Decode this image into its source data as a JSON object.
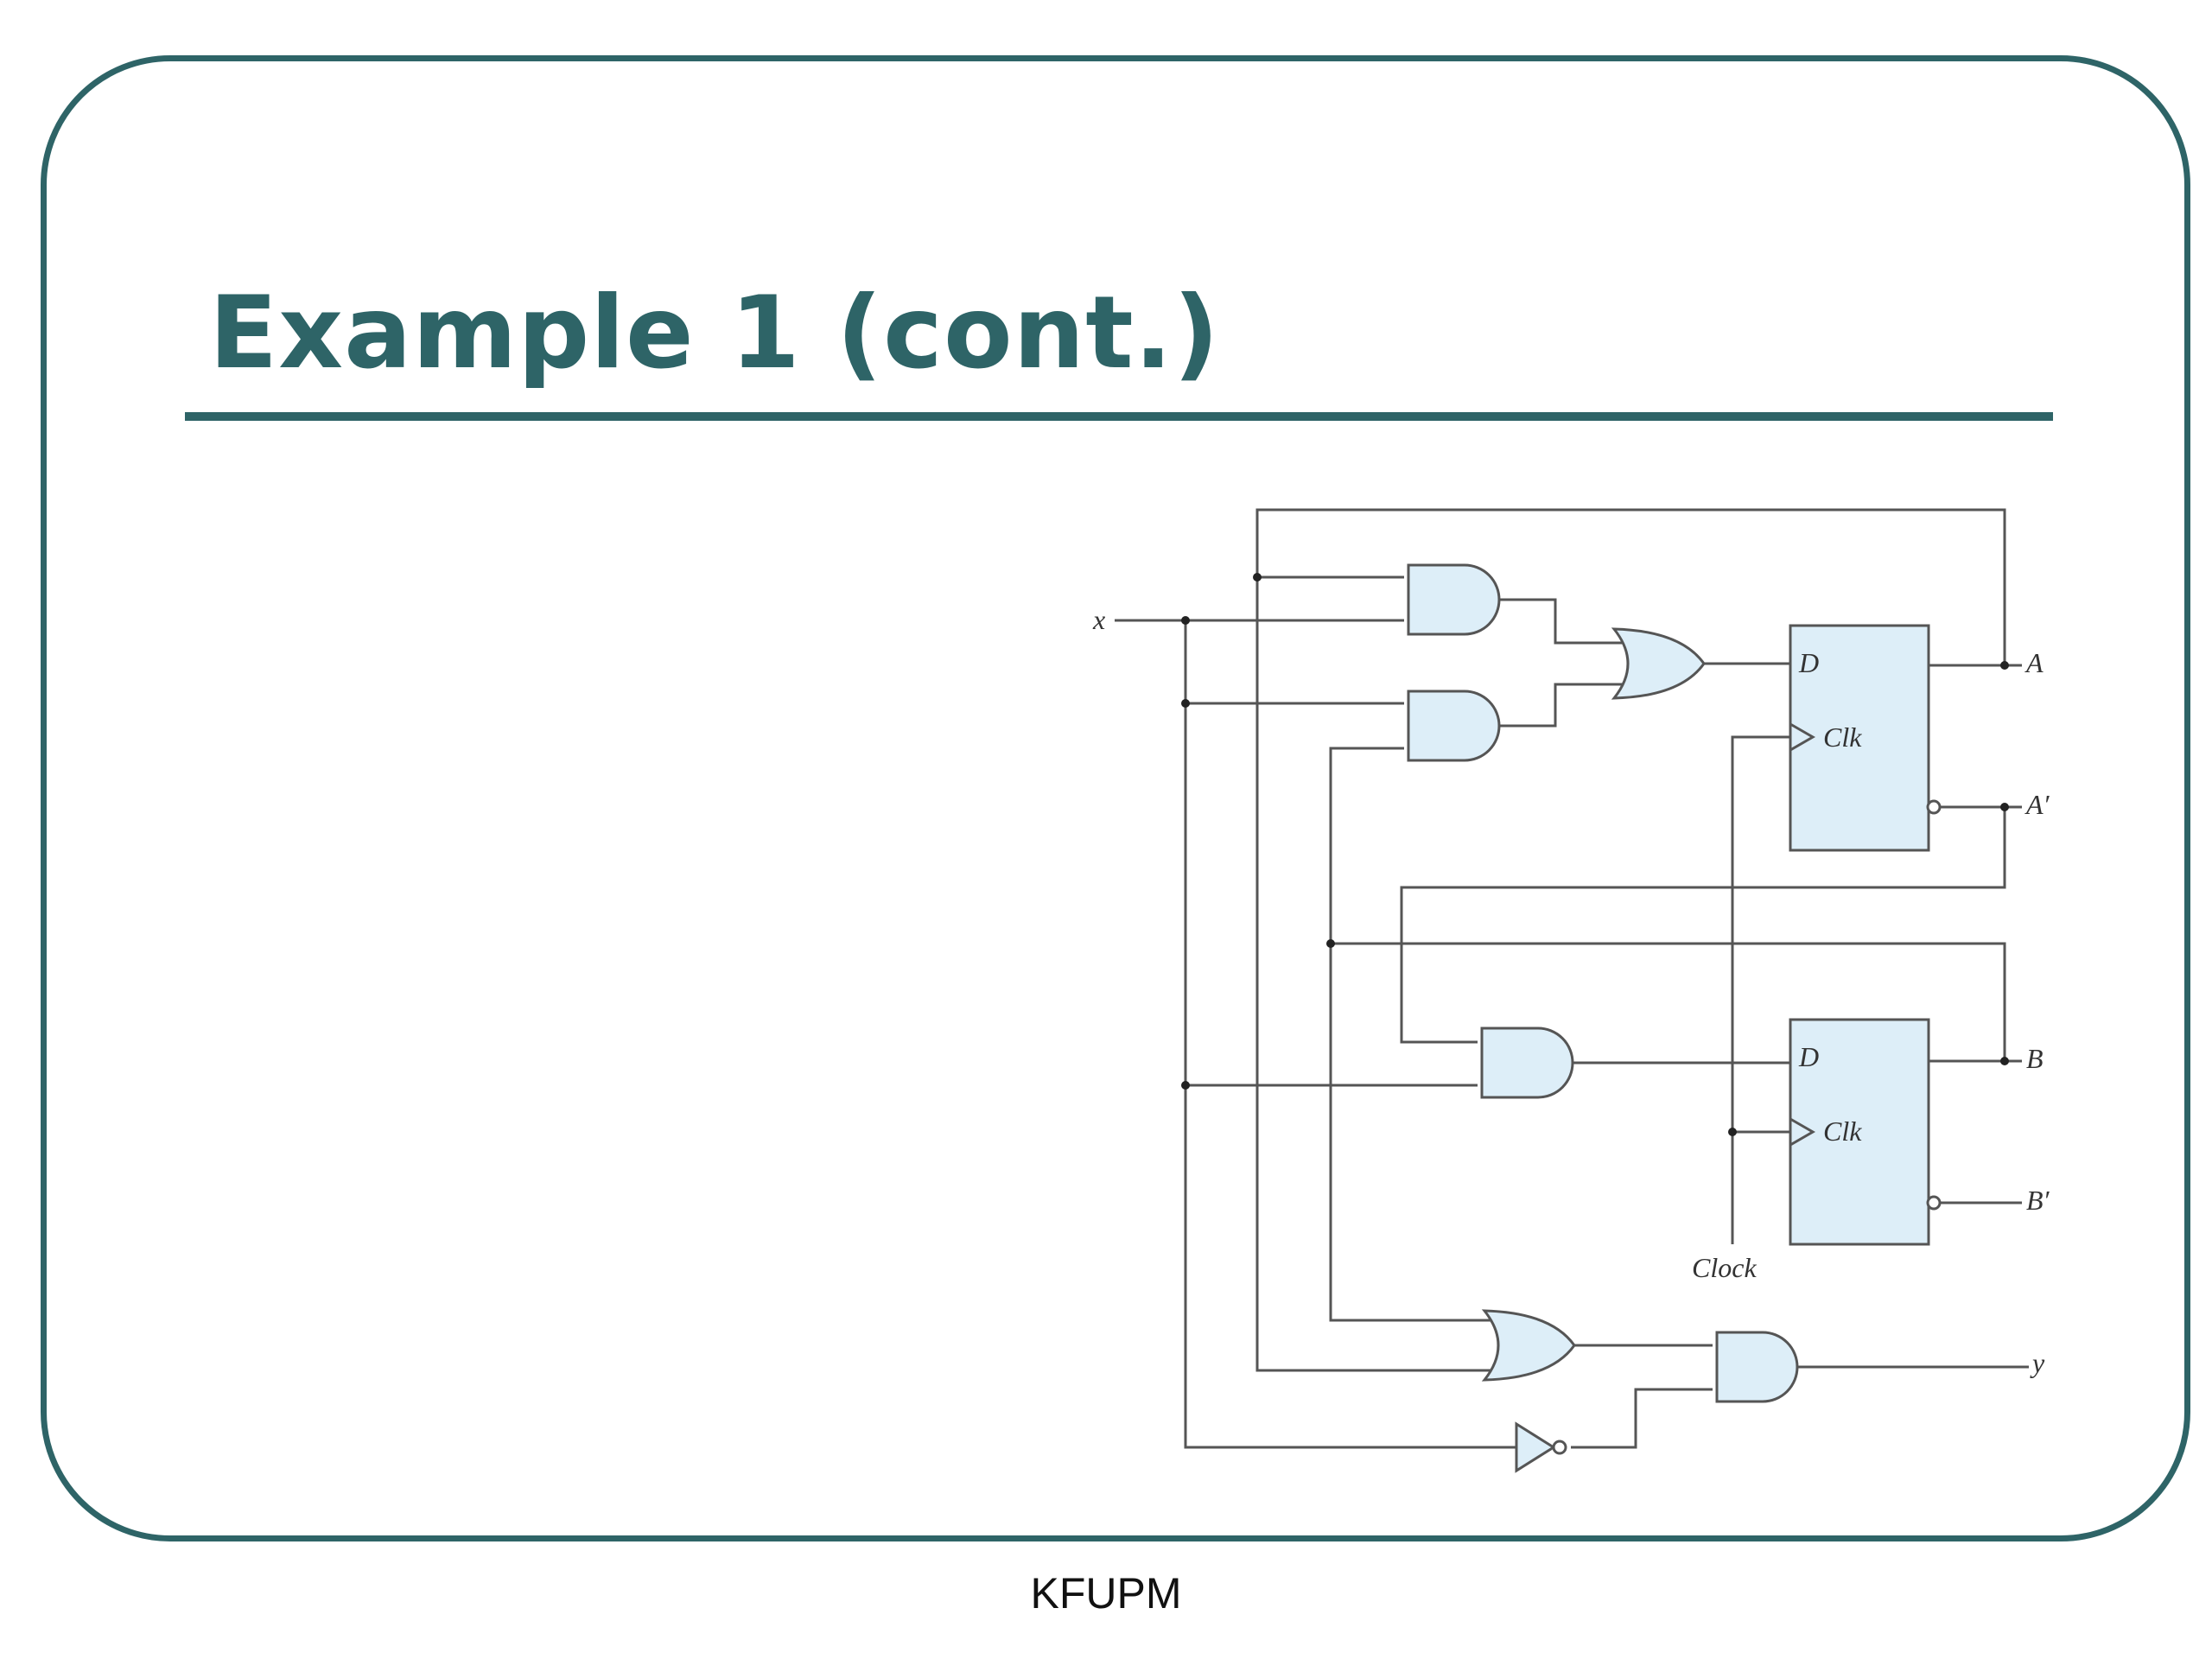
{
  "slide": {
    "title": "Example 1 (cont.)",
    "footer": "KFUPM"
  },
  "colors": {
    "accent": "#2e6467",
    "gate_fill": "#ddeef8",
    "wire": "#555555"
  },
  "circuit": {
    "inputs": {
      "x": "x",
      "clock": "Clock"
    },
    "outputs": {
      "A": "A",
      "A_not": "A′",
      "B": "B",
      "B_not": "B′",
      "y": "y"
    },
    "flip_flop_A": {
      "d": "D",
      "clk": "Clk"
    },
    "flip_flop_B": {
      "d": "D",
      "clk": "Clk"
    }
  }
}
